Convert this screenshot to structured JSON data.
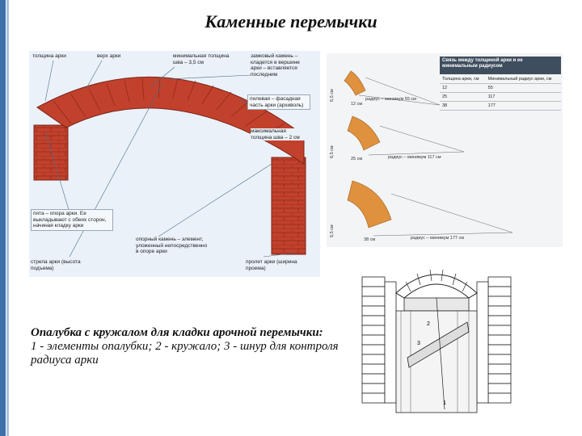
{
  "slide": {
    "title": "Каменные перемычки"
  },
  "arch_panel": {
    "callouts": {
      "arch_thickness": "толщина арки",
      "top": "верх арки",
      "min_joint": "минимальная толщина шва – 3,5 см",
      "key_stone": "замковый камень – кладется в вершине арки – вставляется последним",
      "facade": "пилевая – фасадная часть арки (архиволь)",
      "max_joint": "максимальная толщина шва – 2 см",
      "pier": "пята – опора арки. Ее выкладывают с обеих сторон, начиная кладку арки",
      "support_stone": "опорный камень – элемент, уложенный непосредственно в опоре арки",
      "rise": "стрела арки (высота подъема)",
      "span": "пролет арки (ширина проема)"
    }
  },
  "radius_panel": {
    "table_title": "Связь между толщиной арки и ее минимальным радиусом",
    "table_headers": [
      "Толщина арки, см",
      "Минимальный радиус арки, см"
    ],
    "table_rows": [
      [
        "12",
        "55"
      ],
      [
        "25",
        "117"
      ],
      [
        "38",
        "177"
      ]
    ],
    "diagrams": [
      {
        "height_label": "6,5 см",
        "width_label": "12 см",
        "radius_label": "радиус – минимум 55 см"
      },
      {
        "height_label": "6,5 см",
        "width_label": "25 см",
        "radius_label": "радиус – минимум 117 см"
      },
      {
        "height_label": "6,5 см",
        "width_label": "38 см",
        "radius_label": "радиус – минимум 177 см"
      }
    ]
  },
  "caption": {
    "title": "Опалубка с кружалом для кладки арочной перемычки:",
    "body": "1 - элементы опалубки; 2 - кружало; 3 - шнур для контроля радиуса арки"
  },
  "formwork_panel": {
    "labels": [
      "1",
      "2",
      "3"
    ]
  },
  "colors": {
    "brick": "#c2412c",
    "brick_dark": "#8f2a1c",
    "brick_light_orange": "#e0913d",
    "accent_blue": "#3d6fa8"
  }
}
